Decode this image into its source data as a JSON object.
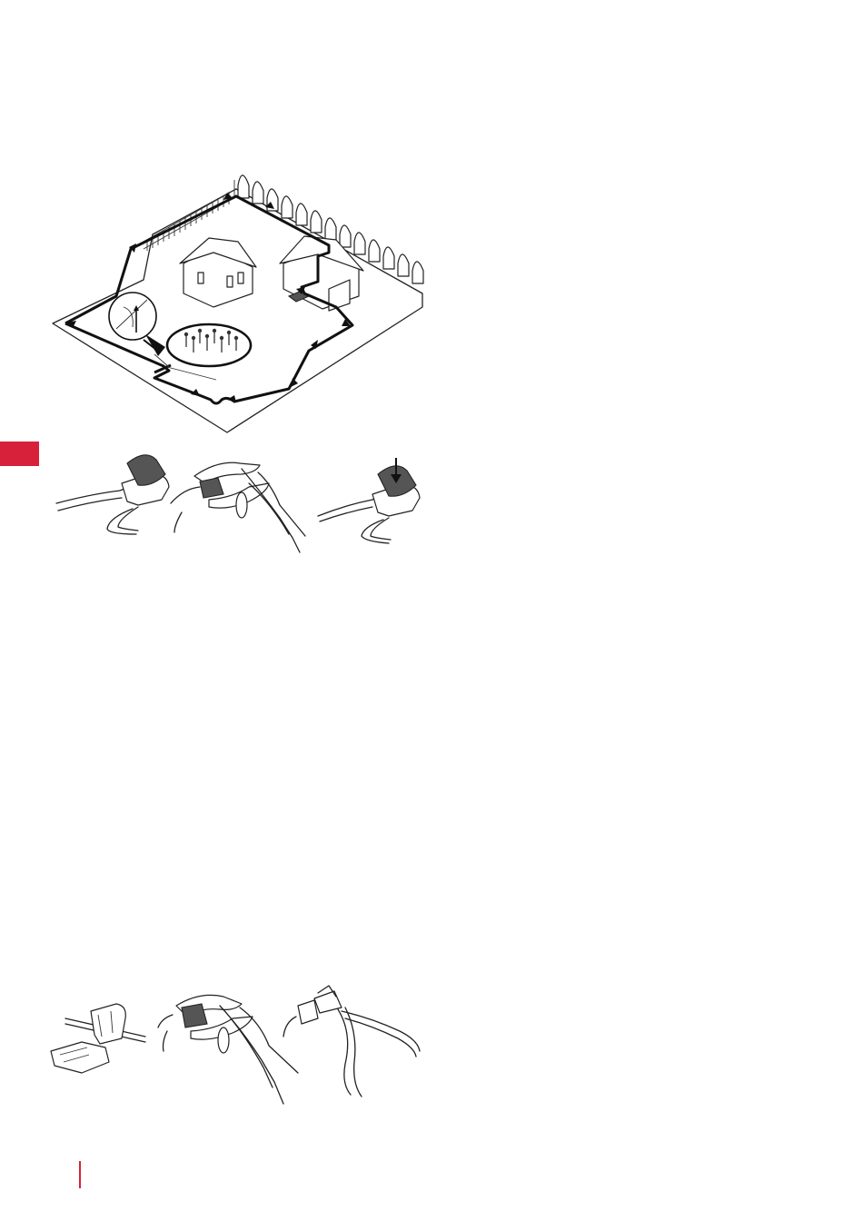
{
  "page": {
    "accent_color": "#d7213a",
    "figures": [
      {
        "id": "boundary-wire-layout",
        "icon": "garden-layout-illustration"
      },
      {
        "id": "splice-connector-steps",
        "icon": "connector-crimp-illustration"
      },
      {
        "id": "repair-connector-steps",
        "icon": "wire-repair-illustration"
      }
    ]
  }
}
